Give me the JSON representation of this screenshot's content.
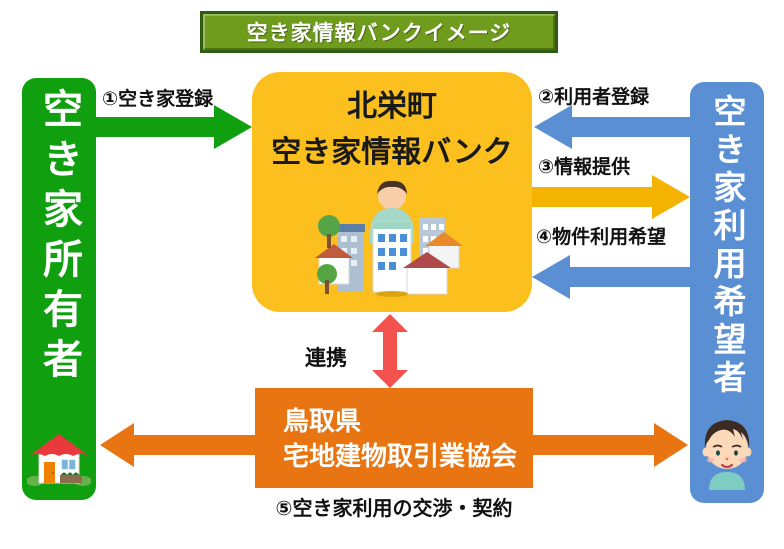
{
  "banner": {
    "title": "空き家情報バンクイメージ"
  },
  "actors": {
    "owner": {
      "label": "空き家所有者",
      "color": "#0f9f0f",
      "icon": "house-icon"
    },
    "bank": {
      "title_line1": "北栄町",
      "title_line2": "空き家情報バンク",
      "color": "#fcc01e",
      "icon": "town-icon"
    },
    "seeker": {
      "label": "空き家利用希望者",
      "color": "#5b8fd4",
      "icon": "boy-face-icon"
    },
    "association": {
      "line1": "鳥取県",
      "line2": "宅地建物取引業協会",
      "color": "#e87511"
    }
  },
  "flows": [
    {
      "label": "①空き家登録",
      "from": "owner",
      "to": "bank",
      "direction": "right",
      "color": "#0f9f0f"
    },
    {
      "label": "②利用者登録",
      "from": "seeker",
      "to": "bank",
      "direction": "left",
      "color": "#5b8fd4"
    },
    {
      "label": "③情報提供",
      "from": "bank",
      "to": "seeker",
      "direction": "right",
      "color": "#f3b300"
    },
    {
      "label": "④物件利用希望",
      "from": "seeker",
      "to": "bank",
      "direction": "left",
      "color": "#5b8fd4"
    },
    {
      "label": "⑤空き家利用の交渉・契約",
      "from": "owner",
      "to": "seeker",
      "direction": "both",
      "color": "#e87511"
    }
  ],
  "link": {
    "label": "連携",
    "from": "bank",
    "to": "association",
    "direction": "both",
    "color": "#f4524e"
  }
}
